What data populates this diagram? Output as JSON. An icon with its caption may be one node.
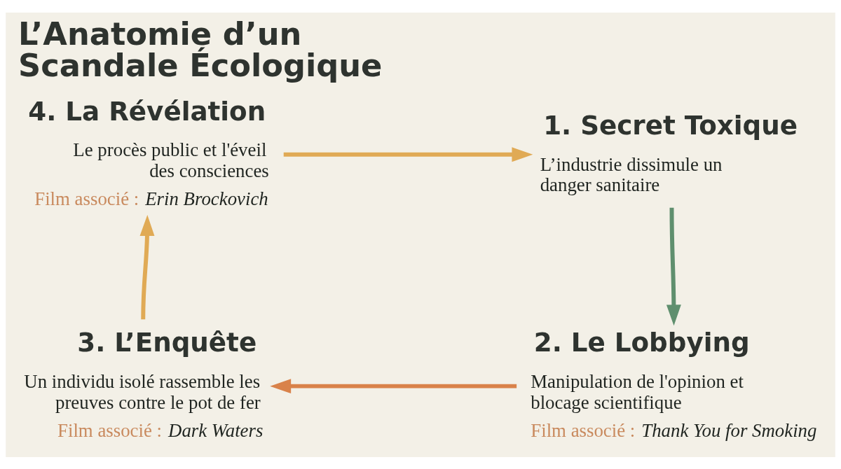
{
  "diagram": {
    "title": "L’Anatomie d’un Scandale Écologique",
    "nodes": [
      {
        "text": [
          "1. Secret Toxique",
          "L’industrie dissimule un danger sanitaire"
        ]
      },
      {
        "text": [
          "2. Le Lobbying",
          "Manipulation de l'opinion et blocage scientifique",
          "Film associé : *Thank You for Smoking*"
        ]
      },
      {
        "text": [
          "3. L’Enquête",
          "Un individu isolé rassemble les preuves contre le pot de fer",
          "Film associé : *Dark Waters*"
        ]
      },
      {
        "text": [
          "4. La Révélation",
          "Le procès public et l'éveil des consciences",
          "Film associé : *Erin Brockovich*"
        ]
      }
    ],
    "edges": [
      {
        "from": 0,
        "to": 1,
        "arrow": "to",
        "color": "#5f8f6e"
      },
      {
        "from": 1,
        "to": 2,
        "arrow": "to",
        "color": "#d9824a"
      },
      {
        "from": 2,
        "to": 3,
        "arrow": "to"
      },
      {
        "from": 3,
        "to": 0,
        "arrow": "to"
      }
    ]
  }
}
